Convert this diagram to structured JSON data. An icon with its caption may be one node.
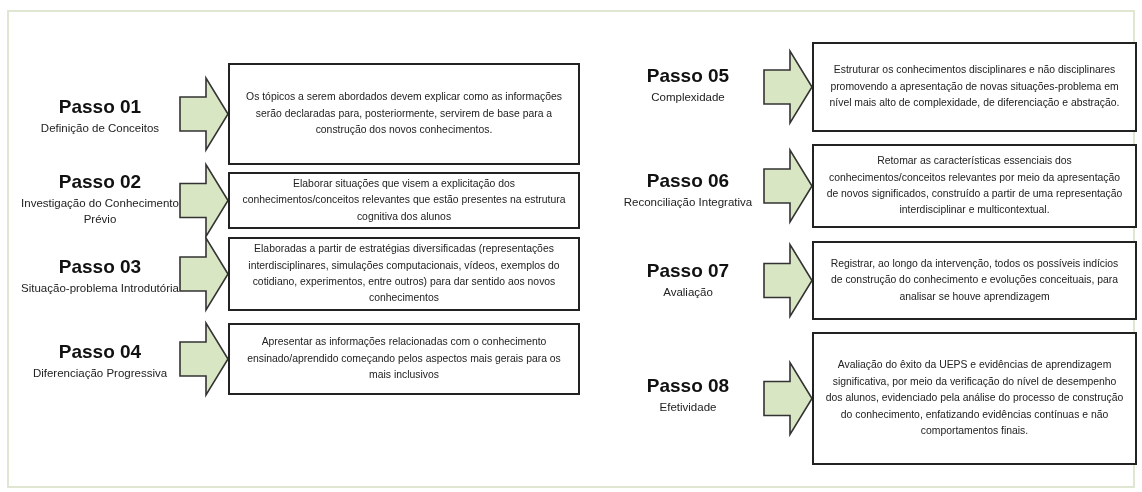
{
  "diagram": {
    "nodes": [
      {
        "text": [
          "Passo 01",
          "Definição de Conceitos"
        ]
      },
      {
        "text": [
          "Os tópicos a serem abordados devem explicar como as informações serão declaradas para, posteriormente, servirem de base para a construção dos novos conhecimentos."
        ]
      },
      {
        "text": [
          "Passo 02",
          "Investigação do Conhecimento Prévio"
        ]
      },
      {
        "text": [
          "Elaborar situações que visem a explicitação dos conhecimentos/conceitos relevantes que estão presentes na estrutura cognitiva dos alunos"
        ]
      },
      {
        "text": [
          "Passo 03",
          "Situação-problema Introdutória"
        ]
      },
      {
        "text": [
          "Elaboradas a partir de estratégias diversificadas (representações interdisciplinares, simulações computacionais, vídeos, exemplos do cotidiano, experimentos, entre outros) para dar sentido aos novos conhecimentos"
        ]
      },
      {
        "text": [
          "Passo 04",
          "Diferenciação Progressiva"
        ]
      },
      {
        "text": [
          "Apresentar as informações relacionadas com o conhecimento ensinado/aprendido começando pelos aspectos mais gerais para os mais inclusivos"
        ]
      },
      {
        "text": [
          "Passo 05",
          "Complexidade"
        ]
      },
      {
        "text": [
          "Estruturar os conhecimentos disciplinares e não disciplinares promovendo a apresentação de novas situações-problema em nível mais alto de complexidade, de diferenciação e abstração."
        ]
      },
      {
        "text": [
          "Passo 06",
          "Reconciliação Integrativa"
        ]
      },
      {
        "text": [
          "Retomar as características essenciais dos conhecimentos/conceitos relevantes por meio da apresentação de novos significados, construído a partir de uma representação interdisciplinar e multicontextual."
        ]
      },
      {
        "text": [
          "Passo 07",
          "Avaliação"
        ]
      },
      {
        "text": [
          "Registrar, ao longo da intervenção, todos os possíveis indícios de construção do conhecimento e evoluções conceituais, para analisar se houve aprendizagem"
        ]
      },
      {
        "text": [
          "Passo 08",
          "Efetividade"
        ]
      },
      {
        "text": [
          "Avaliação do êxito da UEPS e evidências de aprendizagem significativa, por meio da verificação do nível de desempenho dos alunos, evidenciado pela análise do processo de construção do conhecimento, enfatizando evidências contínuas e não comportamentos finais."
        ]
      }
    ],
    "edges": [
      {
        "from": 0,
        "to": 1,
        "arrow": "to",
        "style": "thick"
      },
      {
        "from": 2,
        "to": 3,
        "arrow": "to",
        "style": "thick"
      },
      {
        "from": 4,
        "to": 5,
        "arrow": "to",
        "style": "thick"
      },
      {
        "from": 6,
        "to": 7,
        "arrow": "to",
        "style": "thick"
      },
      {
        "from": 8,
        "to": 9,
        "arrow": "to",
        "style": "thick"
      },
      {
        "from": 10,
        "to": 11,
        "arrow": "to",
        "style": "thick"
      },
      {
        "from": 12,
        "to": 13,
        "arrow": "to",
        "style": "thick"
      },
      {
        "from": 14,
        "to": 15,
        "arrow": "to",
        "style": "thick"
      }
    ]
  }
}
